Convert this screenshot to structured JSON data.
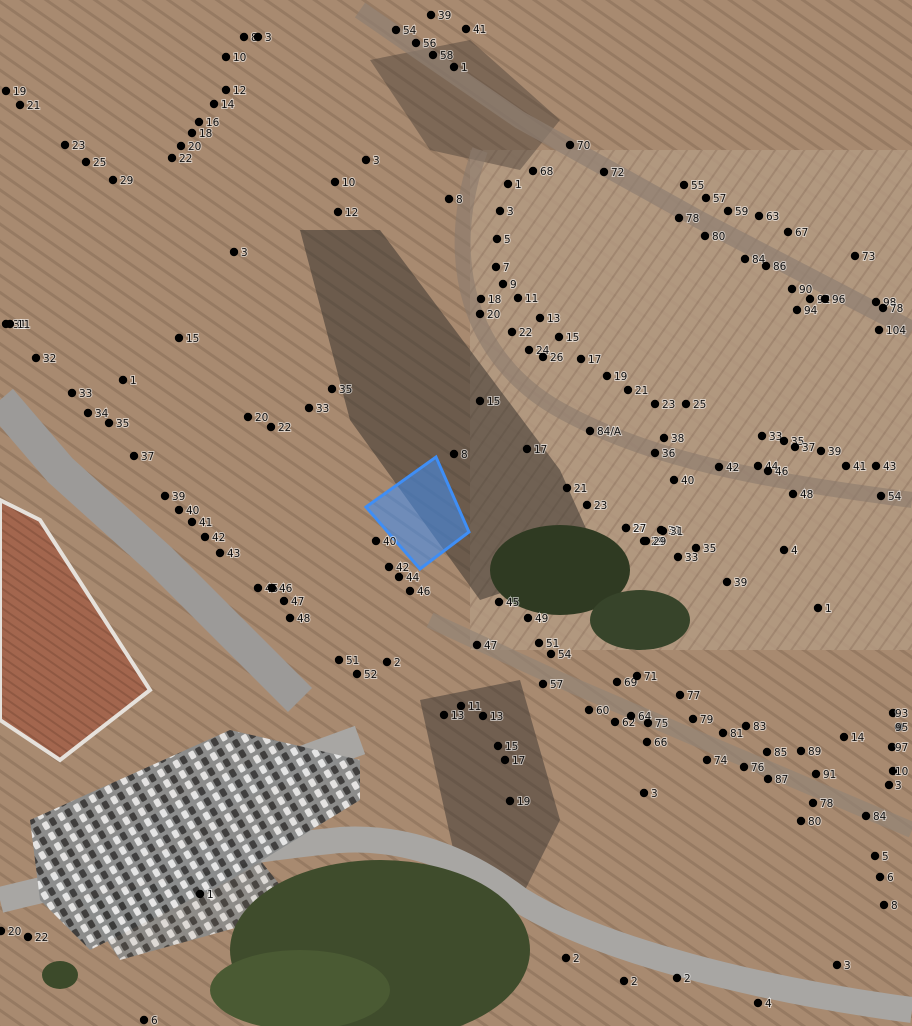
{
  "map": {
    "highlight_color": "#3f8ef5",
    "dot_color": "#000000",
    "addresses": [
      {
        "id": "a1",
        "label": "39"
      },
      {
        "id": "a2",
        "label": "41"
      },
      {
        "id": "a3",
        "label": "54"
      },
      {
        "id": "a4",
        "label": "56"
      },
      {
        "id": "a5",
        "label": "58"
      },
      {
        "id": "a6",
        "label": "1"
      },
      {
        "id": "a7",
        "label": "8"
      },
      {
        "id": "a8",
        "label": "3"
      },
      {
        "id": "a9",
        "label": "10"
      },
      {
        "id": "a10",
        "label": "12"
      },
      {
        "id": "a11",
        "label": "14"
      },
      {
        "id": "a12",
        "label": "16"
      },
      {
        "id": "a13",
        "label": "18"
      },
      {
        "id": "a14",
        "label": "20"
      },
      {
        "id": "a15",
        "label": "22"
      },
      {
        "id": "a16",
        "label": "19"
      },
      {
        "id": "a17",
        "label": "21"
      },
      {
        "id": "a18",
        "label": "23"
      },
      {
        "id": "a19",
        "label": "25"
      },
      {
        "id": "a20",
        "label": "29"
      },
      {
        "id": "a21",
        "label": "3"
      },
      {
        "id": "a22",
        "label": "31"
      },
      {
        "id": "a23",
        "label": "32"
      },
      {
        "id": "a24",
        "label": "33"
      },
      {
        "id": "a25",
        "label": "34"
      },
      {
        "id": "a26",
        "label": "35"
      },
      {
        "id": "a27",
        "label": "37"
      },
      {
        "id": "a28",
        "label": "39"
      },
      {
        "id": "a29",
        "label": "40"
      },
      {
        "id": "a30",
        "label": "41"
      },
      {
        "id": "a31",
        "label": "42"
      },
      {
        "id": "a32",
        "label": "43"
      },
      {
        "id": "a33",
        "label": "45"
      },
      {
        "id": "a34",
        "label": "46"
      },
      {
        "id": "a35",
        "label": "47"
      },
      {
        "id": "a36",
        "label": "48"
      },
      {
        "id": "a37",
        "label": "51"
      },
      {
        "id": "a38",
        "label": "52"
      },
      {
        "id": "a39",
        "label": "2"
      },
      {
        "id": "a40",
        "label": "1"
      },
      {
        "id": "a41",
        "label": "20"
      },
      {
        "id": "a42",
        "label": "22"
      },
      {
        "id": "a43",
        "label": "33"
      },
      {
        "id": "a44",
        "label": "35"
      },
      {
        "id": "a45",
        "label": "10"
      },
      {
        "id": "a46",
        "label": "12"
      },
      {
        "id": "a47",
        "label": "8"
      },
      {
        "id": "a48",
        "label": "1"
      },
      {
        "id": "a49",
        "label": "3"
      },
      {
        "id": "a50",
        "label": "5"
      },
      {
        "id": "a51",
        "label": "7"
      },
      {
        "id": "a52",
        "label": "9"
      },
      {
        "id": "a53",
        "label": "11"
      },
      {
        "id": "a54",
        "label": "13"
      },
      {
        "id": "a55",
        "label": "15"
      },
      {
        "id": "a56",
        "label": "17"
      },
      {
        "id": "a57",
        "label": "18"
      },
      {
        "id": "a58",
        "label": "20"
      },
      {
        "id": "a59",
        "label": "22"
      },
      {
        "id": "a60",
        "label": "24"
      },
      {
        "id": "a61",
        "label": "26"
      },
      {
        "id": "a62",
        "label": "19"
      },
      {
        "id": "a63",
        "label": "21"
      },
      {
        "id": "a64",
        "label": "23"
      },
      {
        "id": "a65",
        "label": "25"
      },
      {
        "id": "a66",
        "label": "27"
      },
      {
        "id": "a67",
        "label": "29"
      },
      {
        "id": "a68",
        "label": "31"
      },
      {
        "id": "a69",
        "label": "33"
      },
      {
        "id": "a70",
        "label": "35"
      },
      {
        "id": "a71",
        "label": "37"
      },
      {
        "id": "a72",
        "label": "39"
      },
      {
        "id": "a73",
        "label": "41"
      },
      {
        "id": "a74",
        "label": "43"
      },
      {
        "id": "a75",
        "label": "54"
      },
      {
        "id": "a76",
        "label": "38"
      },
      {
        "id": "a77",
        "label": "36"
      },
      {
        "id": "a78",
        "label": "42"
      },
      {
        "id": "a79",
        "label": "44"
      },
      {
        "id": "a80",
        "label": "46"
      },
      {
        "id": "a81",
        "label": "48"
      },
      {
        "id": "a82",
        "label": "40"
      },
      {
        "id": "a83",
        "label": "84/A"
      },
      {
        "id": "a84",
        "label": "55"
      },
      {
        "id": "a85",
        "label": "57"
      },
      {
        "id": "a86",
        "label": "59"
      },
      {
        "id": "a87",
        "label": "78"
      },
      {
        "id": "a88",
        "label": "80"
      },
      {
        "id": "a89",
        "label": "63"
      },
      {
        "id": "a90",
        "label": "67"
      },
      {
        "id": "a91",
        "label": "84"
      },
      {
        "id": "a92",
        "label": "86"
      },
      {
        "id": "a93",
        "label": "90"
      },
      {
        "id": "a94",
        "label": "92"
      },
      {
        "id": "a95",
        "label": "96"
      },
      {
        "id": "a96",
        "label": "94"
      },
      {
        "id": "a97",
        "label": "98"
      },
      {
        "id": "a98",
        "label": "78"
      },
      {
        "id": "a99",
        "label": "104"
      },
      {
        "id": "a100",
        "label": "70"
      },
      {
        "id": "a101",
        "label": "72"
      },
      {
        "id": "a102",
        "label": "68"
      },
      {
        "id": "a103",
        "label": "73"
      },
      {
        "id": "a104",
        "label": "4"
      },
      {
        "id": "a105",
        "label": "1"
      },
      {
        "id": "a106",
        "label": "17"
      },
      {
        "id": "a107",
        "label": "21"
      },
      {
        "id": "a108",
        "label": "23"
      },
      {
        "id": "a109",
        "label": "27"
      },
      {
        "id": "a110",
        "label": "29"
      },
      {
        "id": "a111",
        "label": "31"
      },
      {
        "id": "a112",
        "label": "33"
      },
      {
        "id": "a113",
        "label": "35"
      },
      {
        "id": "a114",
        "label": "39"
      },
      {
        "id": "a115",
        "label": "15"
      },
      {
        "id": "a116",
        "label": "40"
      },
      {
        "id": "a117",
        "label": "42"
      },
      {
        "id": "a118",
        "label": "44"
      },
      {
        "id": "a119",
        "label": "46"
      },
      {
        "id": "a120",
        "label": "45"
      },
      {
        "id": "a121",
        "label": "49"
      },
      {
        "id": "a122",
        "label": "47"
      },
      {
        "id": "a123",
        "label": "51"
      },
      {
        "id": "a124",
        "label": "54"
      },
      {
        "id": "a125",
        "label": "57"
      },
      {
        "id": "a126",
        "label": "11"
      },
      {
        "id": "a127",
        "label": "13"
      },
      {
        "id": "a128",
        "label": "15"
      },
      {
        "id": "a129",
        "label": "17"
      },
      {
        "id": "a130",
        "label": "19"
      },
      {
        "id": "a131",
        "label": "69"
      },
      {
        "id": "a132",
        "label": "71"
      },
      {
        "id": "a133",
        "label": "77"
      },
      {
        "id": "a134",
        "label": "60"
      },
      {
        "id": "a135",
        "label": "62"
      },
      {
        "id": "a136",
        "label": "64"
      },
      {
        "id": "a137",
        "label": "75"
      },
      {
        "id": "a138",
        "label": "79"
      },
      {
        "id": "a139",
        "label": "66"
      },
      {
        "id": "a140",
        "label": "81"
      },
      {
        "id": "a141",
        "label": "83"
      },
      {
        "id": "a142",
        "label": "74"
      },
      {
        "id": "a143",
        "label": "76"
      },
      {
        "id": "a144",
        "label": "85"
      },
      {
        "id": "a145",
        "label": "87"
      },
      {
        "id": "a146",
        "label": "89"
      },
      {
        "id": "a147",
        "label": "91"
      },
      {
        "id": "a148",
        "label": "14"
      },
      {
        "id": "a149",
        "label": "78"
      },
      {
        "id": "a150",
        "label": "80"
      },
      {
        "id": "a151",
        "label": "84"
      },
      {
        "id": "a152",
        "label": "93"
      },
      {
        "id": "a153",
        "label": "95"
      },
      {
        "id": "a154",
        "label": "97"
      },
      {
        "id": "a155",
        "label": "10"
      },
      {
        "id": "a156",
        "label": "3"
      },
      {
        "id": "a157",
        "label": "5"
      },
      {
        "id": "a158",
        "label": "6"
      },
      {
        "id": "a159",
        "label": "20"
      },
      {
        "id": "a160",
        "label": "22"
      },
      {
        "id": "a161",
        "label": "2"
      },
      {
        "id": "a162",
        "label": "4"
      },
      {
        "id": "a163",
        "label": "6"
      },
      {
        "id": "a164",
        "label": "2"
      },
      {
        "id": "a165",
        "label": "3"
      },
      {
        "id": "a166",
        "label": "8"
      },
      {
        "id": "a167",
        "label": "1"
      },
      {
        "id": "a168",
        "label": "11"
      },
      {
        "id": "a169",
        "label": "13"
      },
      {
        "id": "a170",
        "label": "8"
      },
      {
        "id": "a171",
        "label": "3"
      },
      {
        "id": "a172",
        "label": "2"
      },
      {
        "id": "a173",
        "label": "15"
      },
      {
        "id": "a174",
        "label": "3"
      }
    ]
  }
}
